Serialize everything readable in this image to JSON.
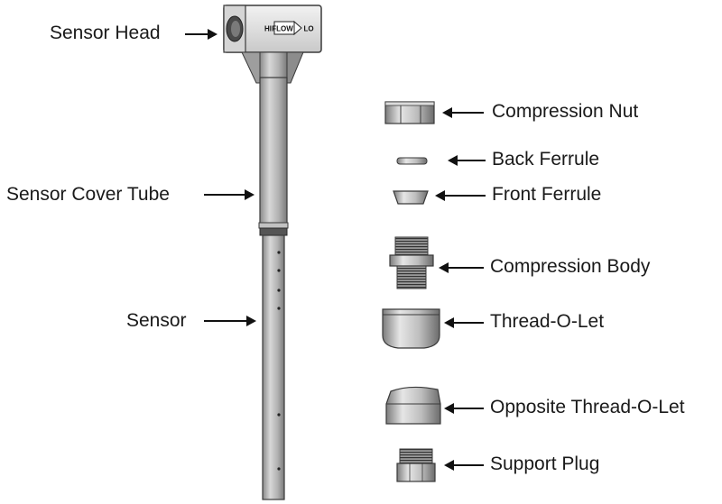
{
  "head_logo": "HI FLOW LO",
  "labels": {
    "sensor_head": "Sensor Head",
    "sensor_cover_tube": "Sensor Cover Tube",
    "sensor": "Sensor",
    "compression_nut": "Compression Nut",
    "back_ferrule": "Back Ferrule",
    "front_ferrule": "Front Ferrule",
    "compression_body": "Compression Body",
    "thread_o_let": "Thread-O-Let",
    "opposite_thread_o_let": "Opposite Thread-O-Let",
    "support_plug": "Support Plug"
  },
  "colors": {
    "metal_light": "#e8e8e8",
    "metal_mid": "#b5b5b5",
    "metal_dark": "#6e6e6e",
    "outline": "#3a3a3a"
  }
}
